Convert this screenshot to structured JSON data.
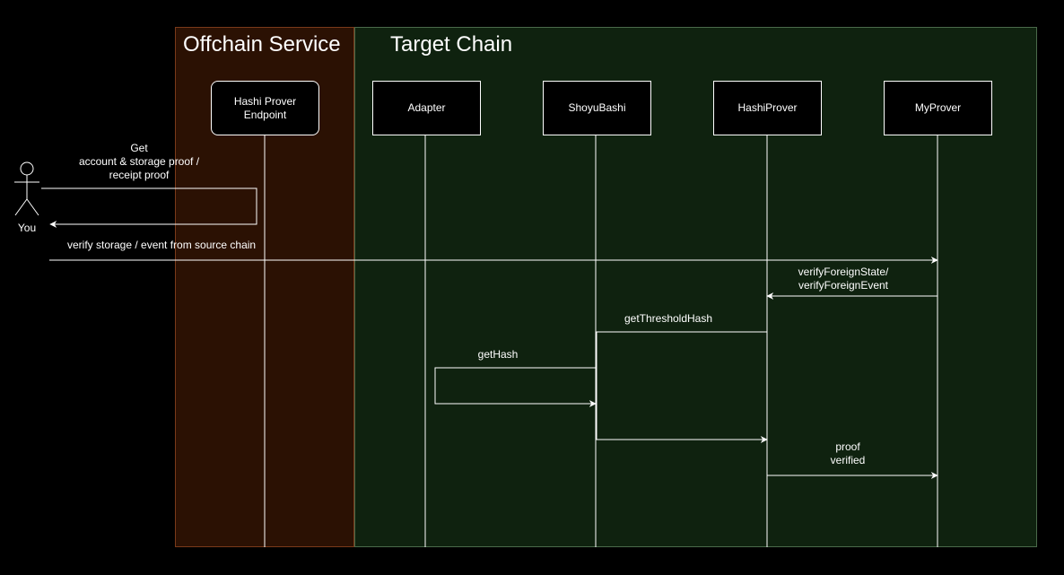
{
  "zones": {
    "offchain": {
      "title": "Offchain Service",
      "fill": "#2b1103",
      "stroke": "#7a3a1a"
    },
    "target": {
      "title": "Target Chain",
      "fill": "#0f220f",
      "stroke": "#4a6a4a"
    }
  },
  "actor": {
    "label": "You"
  },
  "participants": [
    {
      "id": "endpoint",
      "label": "Hashi Prover\nEndpoint"
    },
    {
      "id": "adapter",
      "label": "Adapter"
    },
    {
      "id": "shoyubashi",
      "label": "ShoyuBashi"
    },
    {
      "id": "hashiprover",
      "label": "HashiProver"
    },
    {
      "id": "myprover",
      "label": "MyProver"
    }
  ],
  "messages": {
    "get_proof": "Get\naccount & storage proof /\nreceipt proof",
    "verify_storage": "verify storage / event from source chain",
    "verify_foreign": "verifyForeignState/\nverifyForeignEvent",
    "get_threshold_hash": "getThresholdHash",
    "get_hash": "getHash",
    "proof_verified": "proof\nverified"
  },
  "colors": {
    "background": "#000000",
    "line": "#ffffff"
  }
}
